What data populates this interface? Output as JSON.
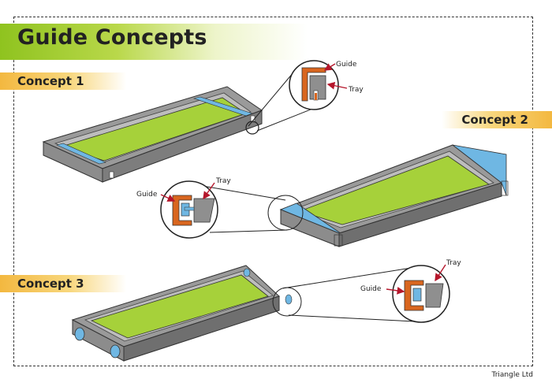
{
  "title": "Guide Concepts",
  "concepts": [
    {
      "label": "Concept 1"
    },
    {
      "label": "Concept 2"
    },
    {
      "label": "Concept 3"
    }
  ],
  "callouts": {
    "c1_guide": "Guide",
    "c1_tray": "Tray",
    "c2_tray": "Tray",
    "c2_guide": "Guide",
    "c3_tray": "Tray",
    "c3_guide": "Guide"
  },
  "footer": "Triangle Ltd",
  "colors": {
    "title_band": "#8fc31f",
    "concept_tag": "#f3b840",
    "tray_floor": "#a6d13a",
    "tray_wall": "#9a9a9a",
    "guide_rail": "#6fb7e3",
    "guide_profile": "#d9661f",
    "arrow": "#b5162b"
  }
}
